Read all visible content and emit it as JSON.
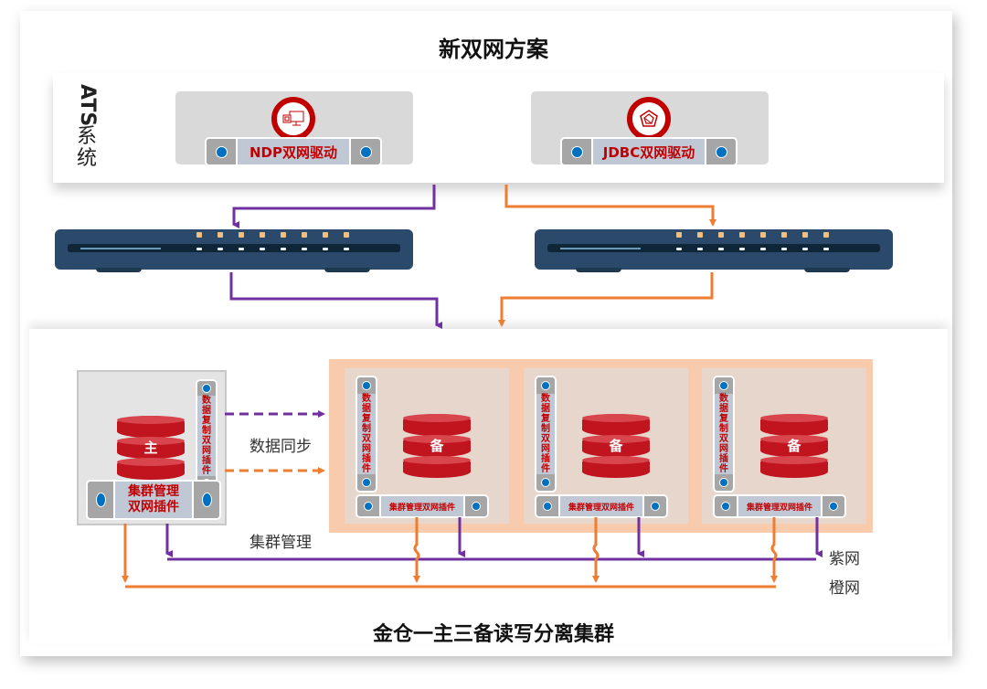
{
  "title": "新双网方案",
  "footer_title": "金仓一主三备读写分离集群",
  "ats": {
    "label_latin": "ATS",
    "label_cjk": [
      "系",
      "统"
    ],
    "drivers": [
      {
        "label": "NDP双网驱动",
        "icon": "chip-monitor-icon"
      },
      {
        "label": "JDBC双网驱动",
        "icon": "pentagon-gem-icon"
      }
    ]
  },
  "switches": [
    {
      "name": "purple-switch",
      "ports": 8
    },
    {
      "name": "orange-switch",
      "ports": 8
    }
  ],
  "cluster": {
    "master": {
      "db_label": "主",
      "replication_plugin": [
        "数",
        "据",
        "复",
        "制",
        "双",
        "网",
        "插",
        "件"
      ],
      "mgmt_plugin_lines": [
        "集群管理",
        "双网插件"
      ]
    },
    "slaves": [
      {
        "db_label": "备",
        "replication_plugin": [
          "数",
          "据",
          "复",
          "制",
          "双",
          "网",
          "插",
          "件"
        ],
        "mgmt_plugin": "集群管理双网插件"
      },
      {
        "db_label": "备",
        "replication_plugin": [
          "数",
          "据",
          "复",
          "制",
          "双",
          "网",
          "插",
          "件"
        ],
        "mgmt_plugin": "集群管理双网插件"
      },
      {
        "db_label": "备",
        "replication_plugin": [
          "数",
          "据",
          "复",
          "制",
          "双",
          "网",
          "插",
          "件"
        ],
        "mgmt_plugin": "集群管理双网插件"
      }
    ]
  },
  "captions": {
    "data_sync": "数据同步",
    "cluster_mgmt": "集群管理",
    "purple_net": "紫网",
    "orange_net": "橙网"
  },
  "colors": {
    "purple_net": "#7030a0",
    "orange_net": "#ed7d31",
    "accent_red": "#c00000",
    "port_dot": "#0070c0"
  }
}
